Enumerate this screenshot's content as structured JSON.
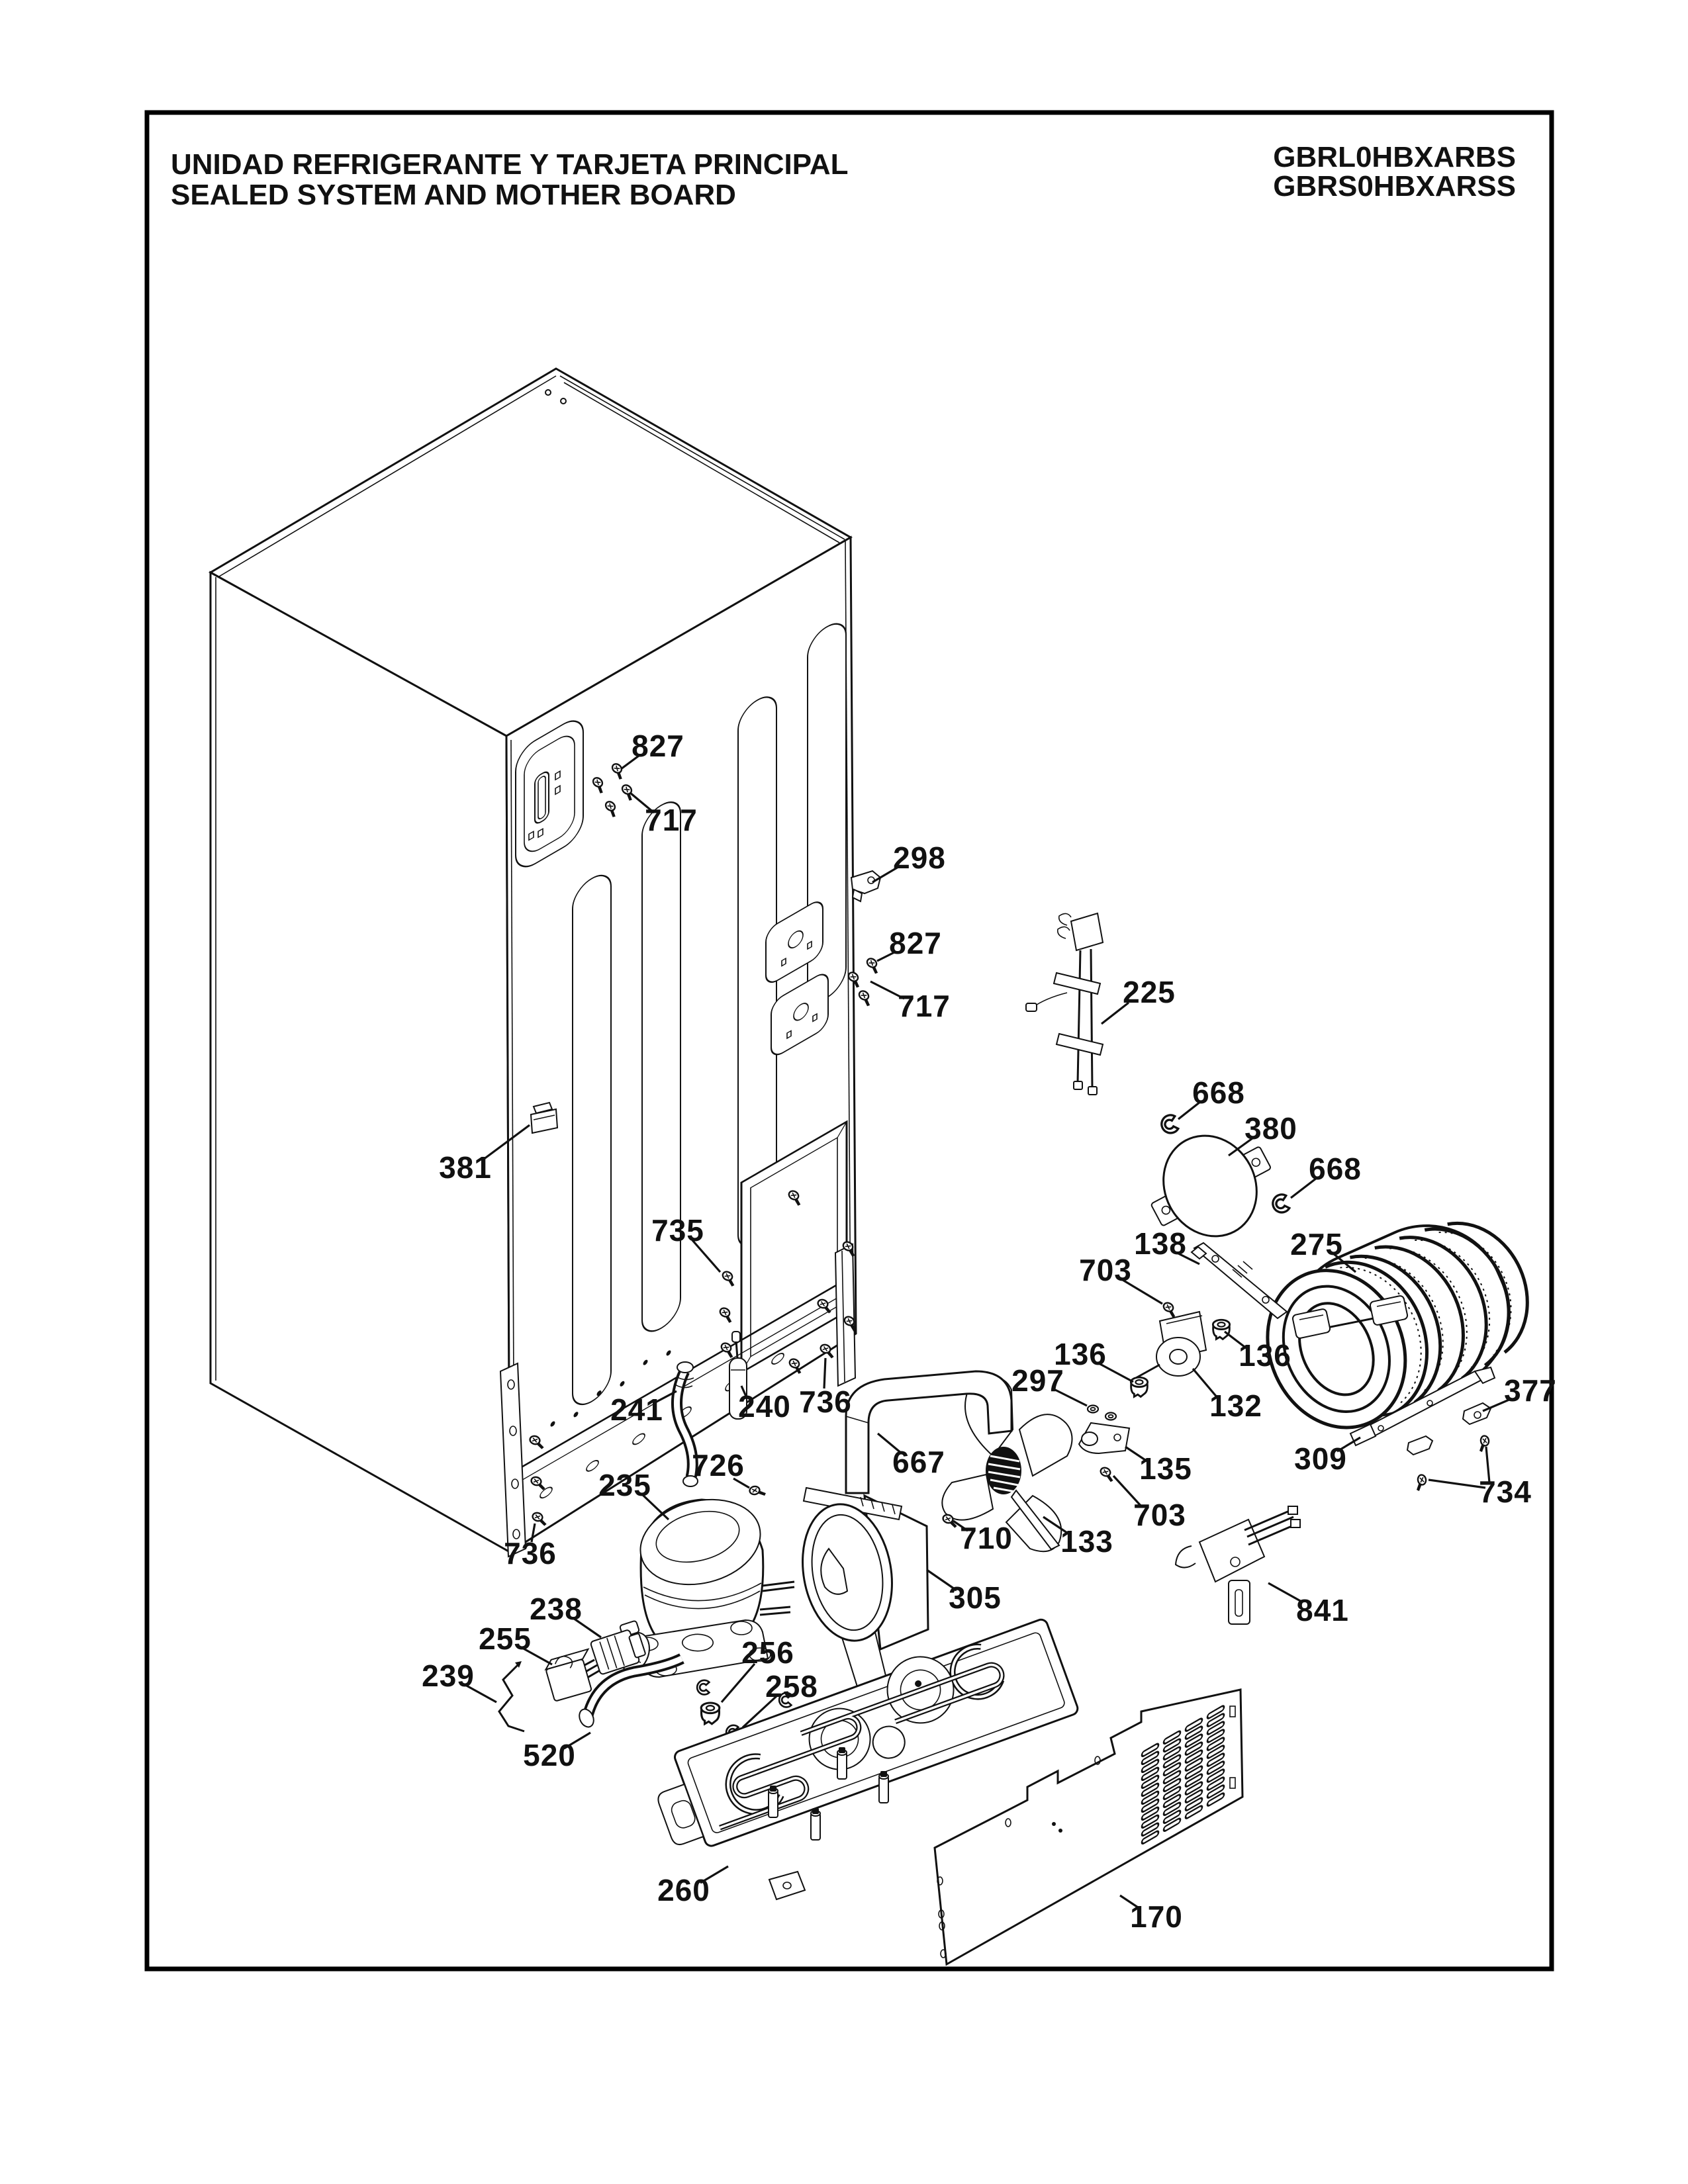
{
  "header": {
    "title_line1": "UNIDAD REFRIGERANTE Y TARJETA PRINCIPAL",
    "title_line2": "SEALED SYSTEM AND MOTHER BOARD",
    "model_line1": "GBRL0HBXARBS",
    "model_line2": "GBRS0HBXARSS"
  },
  "callouts": [
    {
      "text": "827"
    },
    {
      "text": "717"
    },
    {
      "text": "298"
    },
    {
      "text": "827"
    },
    {
      "text": "717"
    },
    {
      "text": "225"
    },
    {
      "text": "668"
    },
    {
      "text": "380"
    },
    {
      "text": "668"
    },
    {
      "text": "275"
    },
    {
      "text": "381"
    },
    {
      "text": "735"
    },
    {
      "text": "138"
    },
    {
      "text": "703"
    },
    {
      "text": "136"
    },
    {
      "text": "136"
    },
    {
      "text": "297"
    },
    {
      "text": "132"
    },
    {
      "text": "736"
    },
    {
      "text": "241"
    },
    {
      "text": "240"
    },
    {
      "text": "667"
    },
    {
      "text": "377"
    },
    {
      "text": "309"
    },
    {
      "text": "734"
    },
    {
      "text": "135"
    },
    {
      "text": "703"
    },
    {
      "text": "726"
    },
    {
      "text": "133"
    },
    {
      "text": "235"
    },
    {
      "text": "710"
    },
    {
      "text": "305"
    },
    {
      "text": "841"
    },
    {
      "text": "238"
    },
    {
      "text": "736"
    },
    {
      "text": "255"
    },
    {
      "text": "256"
    },
    {
      "text": "258"
    },
    {
      "text": "239"
    },
    {
      "text": "520"
    },
    {
      "text": "260"
    },
    {
      "text": "170"
    }
  ]
}
